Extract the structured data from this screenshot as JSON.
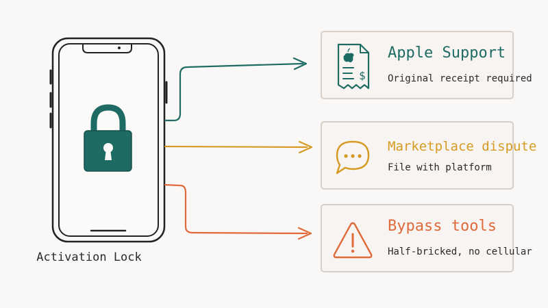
{
  "phone": {
    "label": "Activation Lock",
    "icon": "padlock-icon",
    "lock_color": "#1e6b63"
  },
  "options": [
    {
      "title": "Apple Support",
      "subtitle": "Original receipt required",
      "icon": "receipt-icon",
      "color": "#1e6b63"
    },
    {
      "title": "Marketplace dispute",
      "subtitle": "File with platform",
      "icon": "chat-bubble-icon",
      "color": "#d69a22"
    },
    {
      "title": "Bypass tools",
      "subtitle": "Half-bricked, no cellular",
      "icon": "warning-icon",
      "color": "#e06a3a"
    }
  ]
}
